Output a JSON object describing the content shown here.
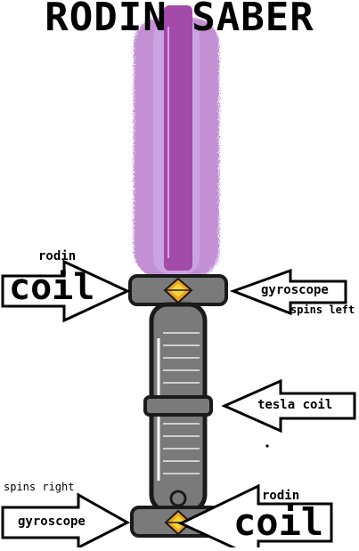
{
  "title": "RODIN SABER",
  "colors": {
    "blade_core": "#a44aa8",
    "blade_glow": "#b06cc6",
    "blade_inner": "#caa6e4",
    "hilt_gray": "#7a7a7a",
    "hilt_dark": "#2a2a2a",
    "gem_orange": "#f0a21a",
    "gem_yellow": "#f7d33a"
  },
  "labels": {
    "top_rodin": "rodin",
    "top_coil": "coil",
    "top_gyroscope": "gyroscope",
    "spins_left": "spins left",
    "tesla_coil": "tesla coil",
    "spins_right": "spins right",
    "bottom_gyroscope": "gyroscope",
    "bottom_rodin": "rodin",
    "bottom_coil": "coil"
  },
  "icons": {
    "top_gem": "diamond-gem-icon",
    "bottom_gem": "diamond-gem-icon",
    "pommel": "ring-icon"
  }
}
